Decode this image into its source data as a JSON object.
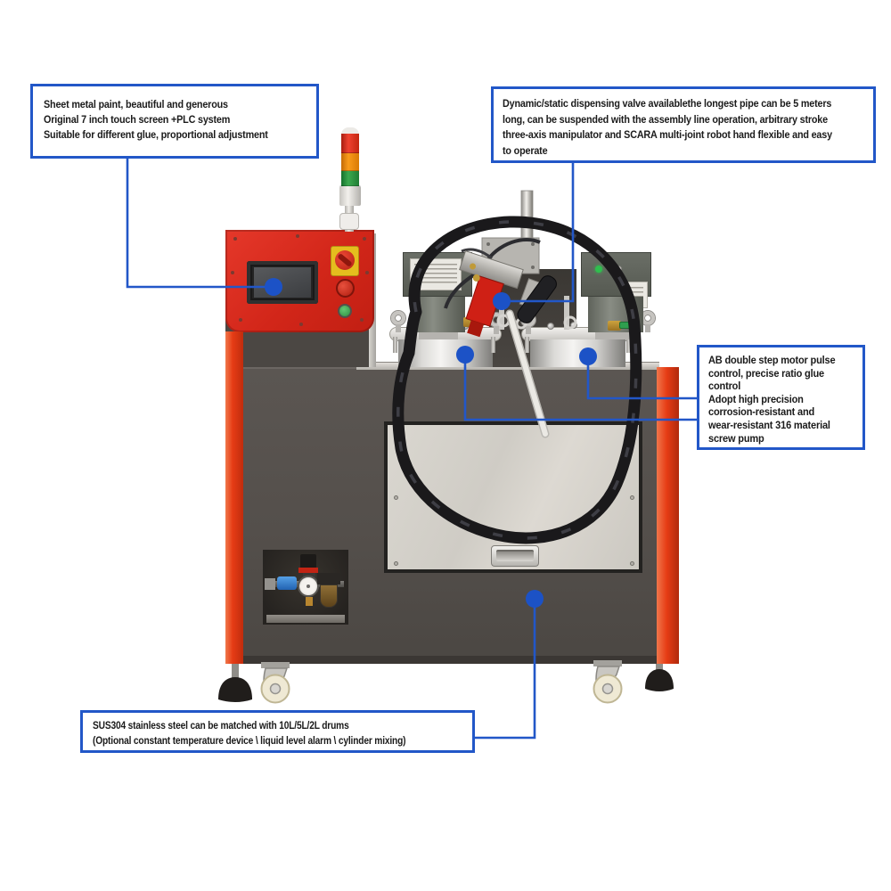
{
  "annotation": {
    "accent_color": "#2257c8",
    "dot_color": "#1c52c6",
    "text_color": "#1b1b1b",
    "callouts": [
      {
        "id": "touch-screen",
        "lines": [
          "Sheet metal paint, beautiful and generous",
          "Original 7 inch touch screen +PLC system",
          "Suitable for different glue, proportional adjustment"
        ]
      },
      {
        "id": "dispensing-valve",
        "lines": [
          "Dynamic/static dispensing valve availablethe longest pipe can be 5 meters",
          "long, can be suspended with the assembly line operation, arbitrary stroke",
          "three-axis manipulator and SCARA multi-joint robot hand flexible and easy",
          "to operate"
        ]
      },
      {
        "id": "screw-pump",
        "lines": [
          "AB double step motor pulse",
          "control, precise ratio glue",
          "control",
          "Adopt high precision",
          "corrosion-resistant and",
          "wear-resistant 316 material",
          "screw pump"
        ]
      },
      {
        "id": "drums",
        "lines": [
          "SUS304 stainless steel can be matched with 10L/5L/2L drums",
          "(Optional constant temperature device \\ liquid level alarm \\ cylinder mixing)"
        ]
      }
    ],
    "markers": [
      {
        "target": "touch-screen"
      },
      {
        "target": "dispensing-valve"
      },
      {
        "target": "left-tank"
      },
      {
        "target": "right-tank"
      },
      {
        "target": "drums-compartment"
      }
    ]
  },
  "machine": {
    "colors": {
      "cabinet_gray": "#55504c",
      "panel_red": "#d92a1e",
      "edge_orange_red": "#e63c15",
      "stainless": "#d6d3cc",
      "hose_black": "#1a191b",
      "signal_light_red": "#e03020",
      "signal_light_orange": "#f0930f",
      "signal_light_green": "#2f9e4e"
    }
  }
}
